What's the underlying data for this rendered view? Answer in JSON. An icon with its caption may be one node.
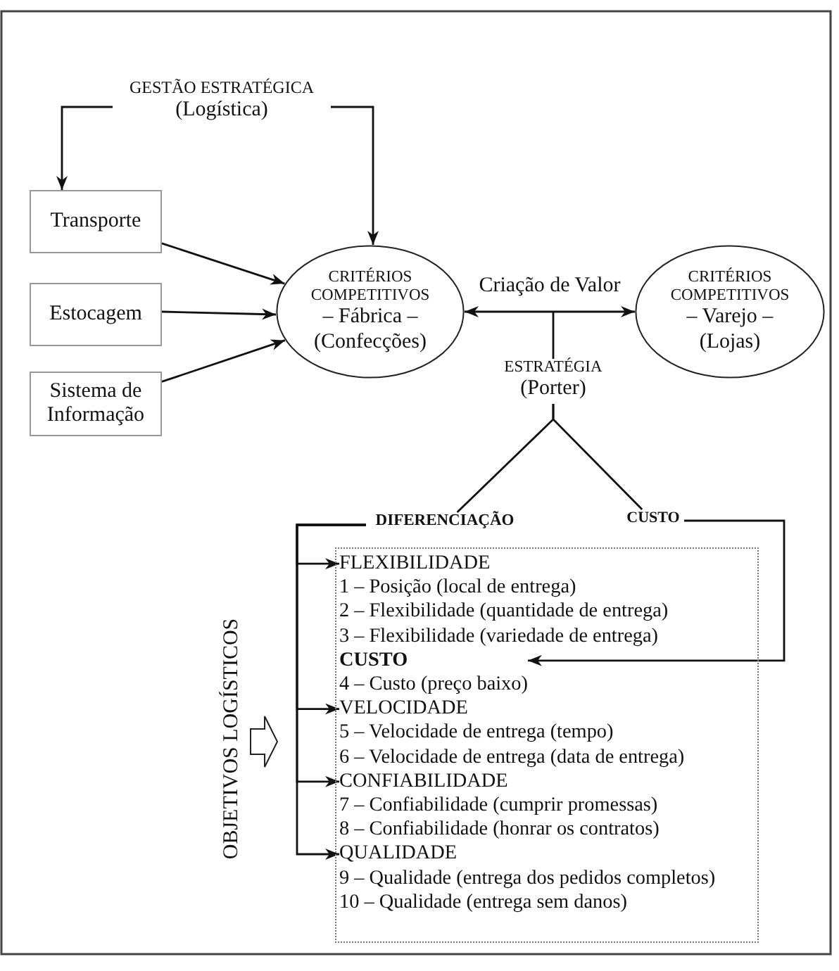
{
  "diagram": {
    "nodes": [
      {
        "text": [
          "GESTÃO ESTRATÉGICA",
          "(Logística)"
        ]
      },
      {
        "text": [
          "Transporte"
        ]
      },
      {
        "text": [
          "Estocagem"
        ]
      },
      {
        "text": [
          "Sistema de Informação"
        ]
      },
      {
        "text": [
          "CRITÉRIOS COMPETITIVOS",
          "– Fábrica – (Confecções)"
        ]
      },
      {
        "text": [
          "CRITÉRIOS COMPETITIVOS",
          "– Varejo – (Lojas)"
        ]
      },
      {
        "text": [
          "ESTRATÉGIA",
          "(Porter)"
        ]
      },
      {
        "text": [
          "DIFERENCIAÇÃO"
        ]
      },
      {
        "text": [
          "CUSTO"
        ]
      },
      {
        "text": [],
        "shape": "box"
      },
      {
        "text": [
          "FLEXIBILIDADE",
          "1 – Posição (local de entrega)",
          "2 – Flexibilidade (quantidade de entrega)",
          "3 – Flexibilidade (variedade de entrega)"
        ],
        "in": 9
      },
      {
        "text": [
          "CUSTO",
          "4 – Custo (preço baixo)"
        ],
        "in": 9
      },
      {
        "text": [
          "VELOCIDADE",
          "5 – Velocidade de entrega (tempo)",
          "6 – Velocidade de entrega (data de entrega)"
        ],
        "in": 9
      },
      {
        "text": [
          "CONFIABILIDADE",
          "7 – Confiabilidade (cumprir promessas)",
          "8 – Confiabilidade (honrar os contratos)"
        ],
        "in": 9
      },
      {
        "text": [
          "QUALIDADE",
          "9 – Qualidade (entrega dos pedidos completos)",
          "10 – Qualidade (entrega sem danos)"
        ],
        "in": 9
      }
    ],
    "edges": [
      {
        "from": 0,
        "to": 1,
        "arrow": "to"
      },
      {
        "from": 0,
        "to": 4,
        "arrow": "to"
      },
      {
        "from": 1,
        "to": 4,
        "arrow": "to"
      },
      {
        "from": 2,
        "to": 4,
        "arrow": "to"
      },
      {
        "from": 3,
        "to": 4,
        "arrow": "to"
      },
      {
        "from": 4,
        "to": 5,
        "arrow": "both",
        "label": "Criação de Valor"
      },
      {
        "from": null,
        "to": 6,
        "arrow": "none"
      },
      {
        "from": 6,
        "to": 7,
        "arrow": "none"
      },
      {
        "from": 6,
        "to": 8,
        "arrow": "none"
      },
      {
        "from": 7,
        "to": 10,
        "arrow": "to"
      },
      {
        "from": 7,
        "to": 12,
        "arrow": "to"
      },
      {
        "from": 7,
        "to": 13,
        "arrow": "to"
      },
      {
        "from": 7,
        "to": 14,
        "arrow": "to"
      },
      {
        "from": 8,
        "to": 11,
        "arrow": "to"
      }
    ],
    "labels": [
      "OBJETIVOS LOGÍSTICOS"
    ]
  }
}
